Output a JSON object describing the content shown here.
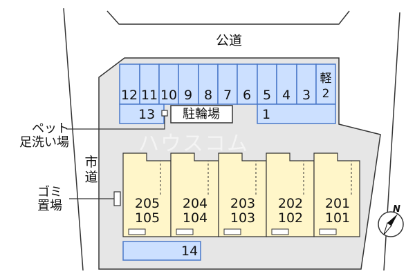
{
  "roads": {
    "top": "公道",
    "left": "市道"
  },
  "parking": {
    "top_row": [
      "12",
      "11",
      "10",
      "9",
      "8",
      "7",
      "6",
      "5",
      "4",
      "3"
    ],
    "light_vehicle": {
      "prefix": "軽",
      "number": "2"
    },
    "second_row": [
      "13",
      "1"
    ],
    "bottom_row": [
      "14"
    ]
  },
  "bicycle_parking": "駐輪場",
  "facilities": {
    "pet_foot_wash": "ペット\n足洗い場",
    "garbage": "ゴミ\n置場"
  },
  "buildings": [
    {
      "upper": "205",
      "lower": "105"
    },
    {
      "upper": "204",
      "lower": "104"
    },
    {
      "upper": "203",
      "lower": "103"
    },
    {
      "upper": "202",
      "lower": "102"
    },
    {
      "upper": "201",
      "lower": "101"
    }
  ],
  "compass": "N",
  "watermark": "ハウスコム",
  "colors": {
    "lot": "#e6e6e6",
    "parking": "#cce0ff",
    "parking_border": "#4a78c8",
    "building": "#fff6c9"
  }
}
